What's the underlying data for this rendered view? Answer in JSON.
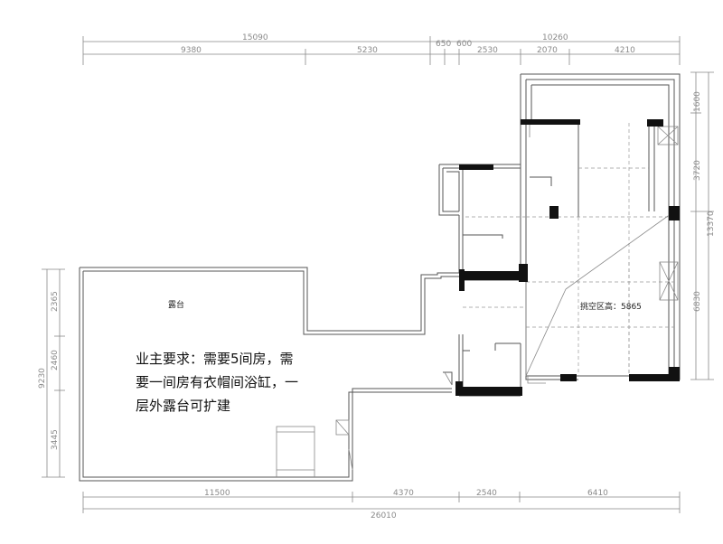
{
  "dimensions": {
    "top_total_left": "15090",
    "top_total_right": "10260",
    "top_segments": [
      "9380",
      "5230",
      "650",
      "600",
      "2530",
      "2070",
      "4210"
    ],
    "bottom_segments": [
      "11500",
      "4370",
      "2540",
      "6410"
    ],
    "bottom_total": "26010",
    "left_total": "9230",
    "left_segments": [
      "2365",
      "2460",
      "3445"
    ],
    "right_total": "13370",
    "right_segments": [
      "1600",
      "3720",
      "6830"
    ]
  },
  "labels": {
    "terrace": "露台",
    "void_area": "挑空区高：5865"
  },
  "note": {
    "line1": "业主要求：需要5间房，需",
    "line2": "要一间房有衣帽间浴缸，一",
    "line3": "层外露台可扩建"
  }
}
